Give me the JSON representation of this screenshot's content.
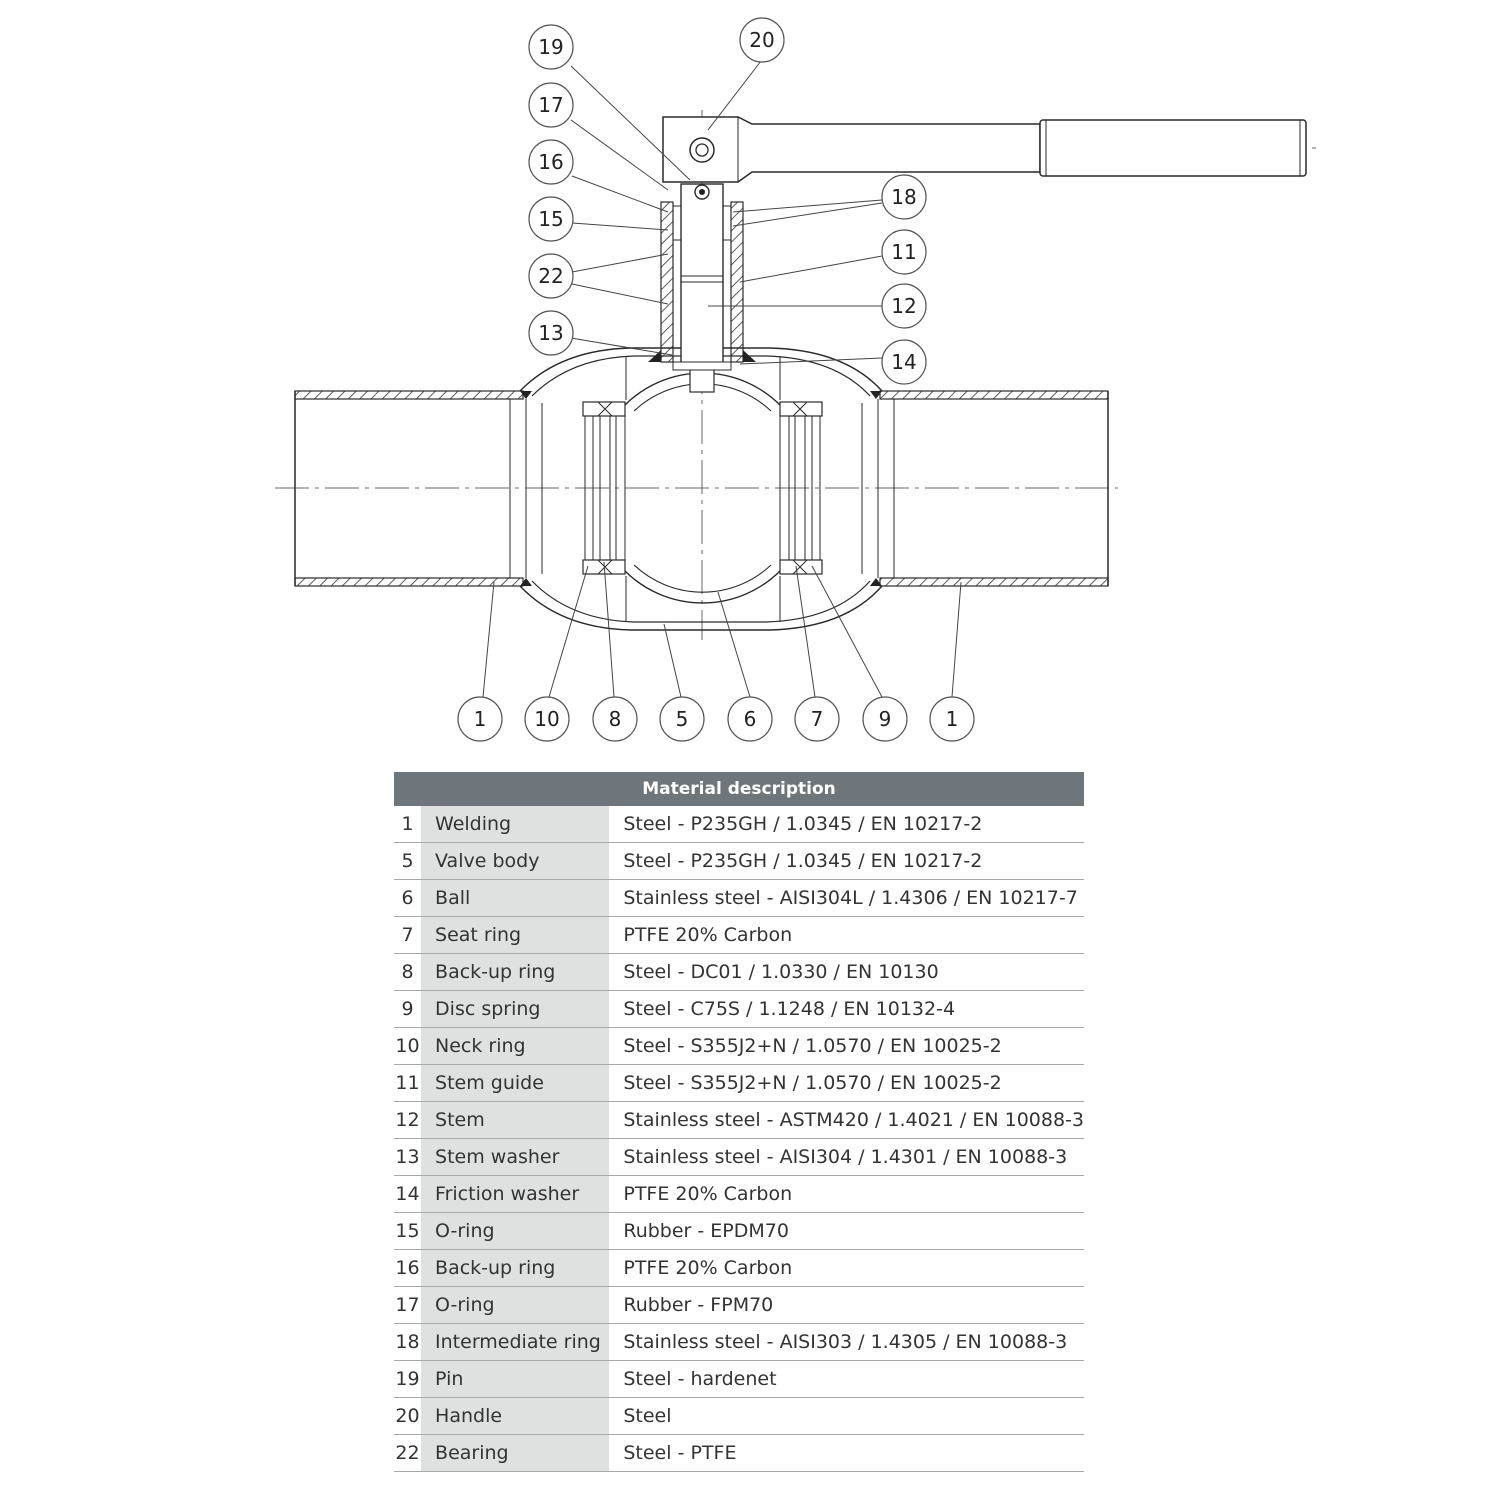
{
  "callouts": [
    "1",
    "5",
    "6",
    "7",
    "8",
    "9",
    "10",
    "11",
    "12",
    "13",
    "14",
    "15",
    "16",
    "17",
    "18",
    "19",
    "20",
    "22"
  ],
  "table": {
    "title": "Material description",
    "rows": [
      {
        "num": "1",
        "name": "Welding",
        "material": "Steel - P235GH / 1.0345 / EN 10217-2"
      },
      {
        "num": "5",
        "name": "Valve body",
        "material": "Steel - P235GH / 1.0345 / EN 10217-2"
      },
      {
        "num": "6",
        "name": "Ball",
        "material": "Stainless steel - AISI304L / 1.4306 / EN 10217-7"
      },
      {
        "num": "7",
        "name": "Seat ring",
        "material": "PTFE 20% Carbon"
      },
      {
        "num": "8",
        "name": "Back-up ring",
        "material": "Steel - DC01 / 1.0330 / EN 10130"
      },
      {
        "num": "9",
        "name": "Disc spring",
        "material": "Steel - C75S / 1.1248 / EN 10132-4"
      },
      {
        "num": "10",
        "name": "Neck ring",
        "material": "Steel - S355J2+N / 1.0570 / EN 10025-2"
      },
      {
        "num": "11",
        "name": "Stem guide",
        "material": "Steel - S355J2+N / 1.0570 / EN 10025-2"
      },
      {
        "num": "12",
        "name": "Stem",
        "material": "Stainless steel - ASTM420 / 1.4021 / EN 10088-3"
      },
      {
        "num": "13",
        "name": "Stem washer",
        "material": "Stainless steel - AISI304 / 1.4301 / EN 10088-3"
      },
      {
        "num": "14",
        "name": "Friction washer",
        "material": "PTFE 20% Carbon"
      },
      {
        "num": "15",
        "name": "O-ring",
        "material": "Rubber - EPDM70"
      },
      {
        "num": "16",
        "name": "Back-up ring",
        "material": "PTFE 20% Carbon"
      },
      {
        "num": "17",
        "name": "O-ring",
        "material": "Rubber - FPM70"
      },
      {
        "num": "18",
        "name": "Intermediate ring",
        "material": "Stainless steel - AISI303 / 1.4305 / EN 10088-3"
      },
      {
        "num": "19",
        "name": "Pin",
        "material": "Steel - hardenet"
      },
      {
        "num": "20",
        "name": "Handle",
        "material": "Steel"
      },
      {
        "num": "22",
        "name": "Bearing",
        "material": "Steel - PTFE"
      }
    ]
  }
}
